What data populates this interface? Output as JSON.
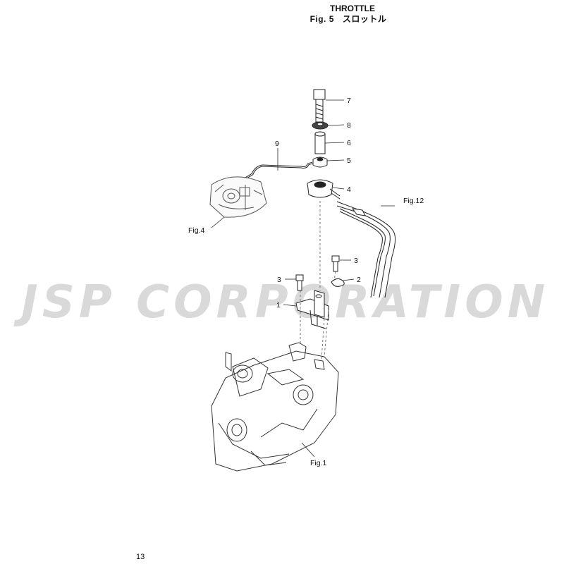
{
  "header": {
    "title": "THROTTLE",
    "figure_number": "Fig. 5",
    "figure_title_jp": "スロットル"
  },
  "watermark": "JSP CORPORATION",
  "callouts": {
    "p7": "7",
    "p8": "8",
    "p6": "6",
    "p5": "5",
    "p4": "4",
    "p9": "9",
    "p3a": "3",
    "p3b": "3",
    "p2": "2",
    "p1": "1"
  },
  "references": {
    "fig4": "Fig.4",
    "fig12": "Fig.12",
    "fig1": "Fig.1"
  },
  "page_number": "13"
}
